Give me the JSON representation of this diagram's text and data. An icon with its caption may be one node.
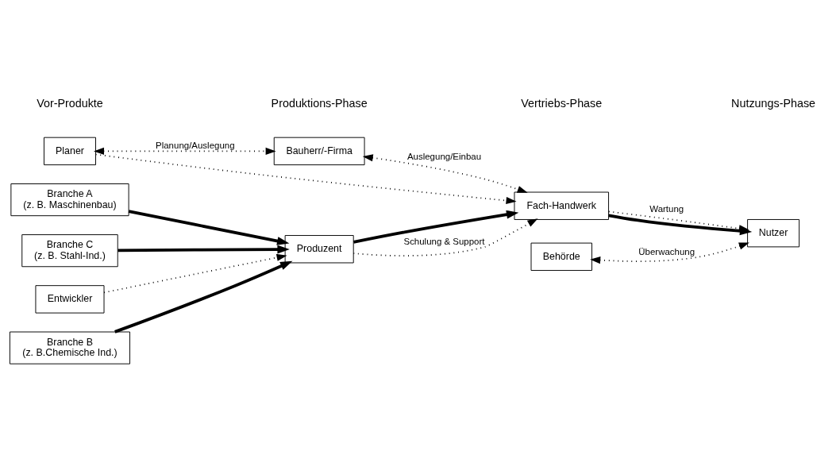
{
  "diagram": {
    "nodes": [
      {
        "text": [
          "Branche A",
          "(z. B. Maschinenbau)"
        ]
      },
      {
        "text": [
          "Branche B",
          "(z. B.Chemische Ind.)"
        ]
      },
      {
        "text": [
          "Branche C",
          "(z. B. Stahl-Ind.)"
        ]
      },
      {
        "text": [
          "Entwickler"
        ]
      },
      {
        "text": [
          "Produzent"
        ]
      },
      {
        "text": [
          "Planer"
        ]
      },
      {
        "text": [
          "Bauherr/-Firma"
        ]
      },
      {
        "text": [
          "Fach-Handwerk"
        ]
      },
      {
        "text": [
          "Behörde"
        ]
      },
      {
        "text": [
          "Nutzer"
        ]
      }
    ],
    "edges": [
      {
        "from": 0,
        "to": 4,
        "arrow": "to",
        "style": "thick"
      },
      {
        "from": 1,
        "to": 4,
        "arrow": "to",
        "style": "thick"
      },
      {
        "from": 2,
        "to": 4,
        "arrow": "to",
        "style": "thick"
      },
      {
        "from": 3,
        "to": 4,
        "arrow": "to",
        "style": "dashed"
      },
      {
        "from": 4,
        "to": 7,
        "arrow": "to",
        "style": "thick"
      },
      {
        "from": 4,
        "to": 7,
        "arrow": "to",
        "style": "dashed",
        "label": "Schulung & Support"
      },
      {
        "from": 5,
        "to": 7,
        "arrow": "to",
        "style": "dashed"
      },
      {
        "from": 5,
        "to": 6,
        "arrow": "both",
        "style": "dashed",
        "label": "Planung/Auslegung"
      },
      {
        "from": 6,
        "to": 7,
        "arrow": "both",
        "style": "dashed",
        "label": "Auslegung/Einbau"
      },
      {
        "from": 7,
        "to": 9,
        "arrow": "to",
        "style": "thick"
      },
      {
        "from": 7,
        "to": 9,
        "arrow": "to",
        "style": "dashed",
        "label": "Wartung"
      },
      {
        "from": 8,
        "to": 9,
        "arrow": "both",
        "style": "dashed",
        "label": "Überwachung"
      }
    ],
    "labels": [
      "Vor-Produkte",
      "Produktions-Phase",
      "Vertriebs-Phase",
      "Nutzungs-Phase"
    ]
  }
}
